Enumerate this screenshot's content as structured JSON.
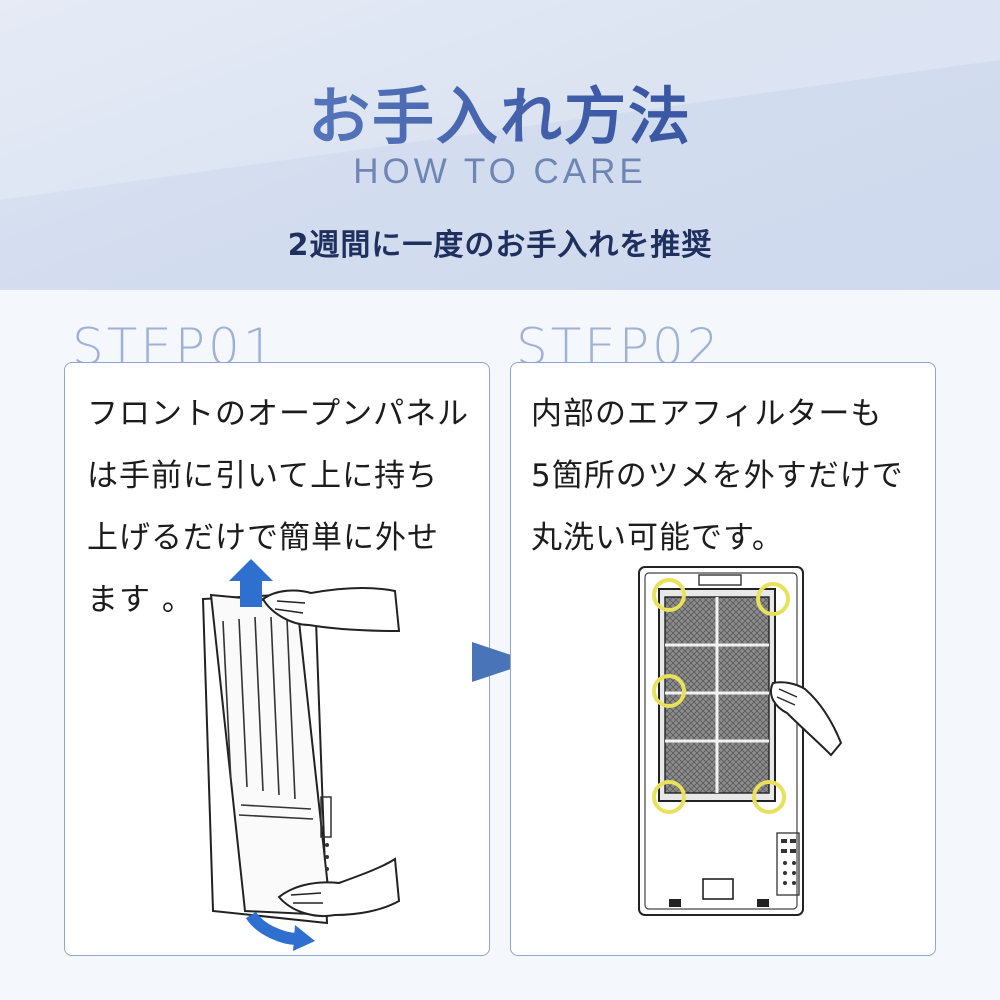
{
  "header": {
    "title": "お手入れ方法",
    "subtitle": "HOW TO CARE",
    "banner": "2週間に一度のお手入れを推奨"
  },
  "steps": [
    {
      "label": "STEP01",
      "lines": [
        "フロントのオープンパネル",
        "は手前に引いて上に持ち",
        "上げるだけで簡単に外せ",
        "ます 。"
      ]
    },
    {
      "label": "STEP02",
      "lines": [
        "内部のエアフィルターも",
        "5箇所のツメを外すだけで",
        "丸洗い可能です。"
      ]
    }
  ],
  "colors": {
    "header_bg": "#d3ddef",
    "title_gradient": [
      "#6f92cf",
      "#2f4f96"
    ],
    "step_label": "#9fb2d6",
    "card_border": "#8fa5cd",
    "banner_highlight": "#f7f5bd",
    "arrow_blue": "#2f6fd0",
    "next_arrow": "#4a74b8",
    "claw_circle": "#e8e15a"
  },
  "icons": {
    "next": "triangle-right-icon",
    "lift": "arrow-up-icon",
    "pull": "arrow-curve-icon"
  }
}
